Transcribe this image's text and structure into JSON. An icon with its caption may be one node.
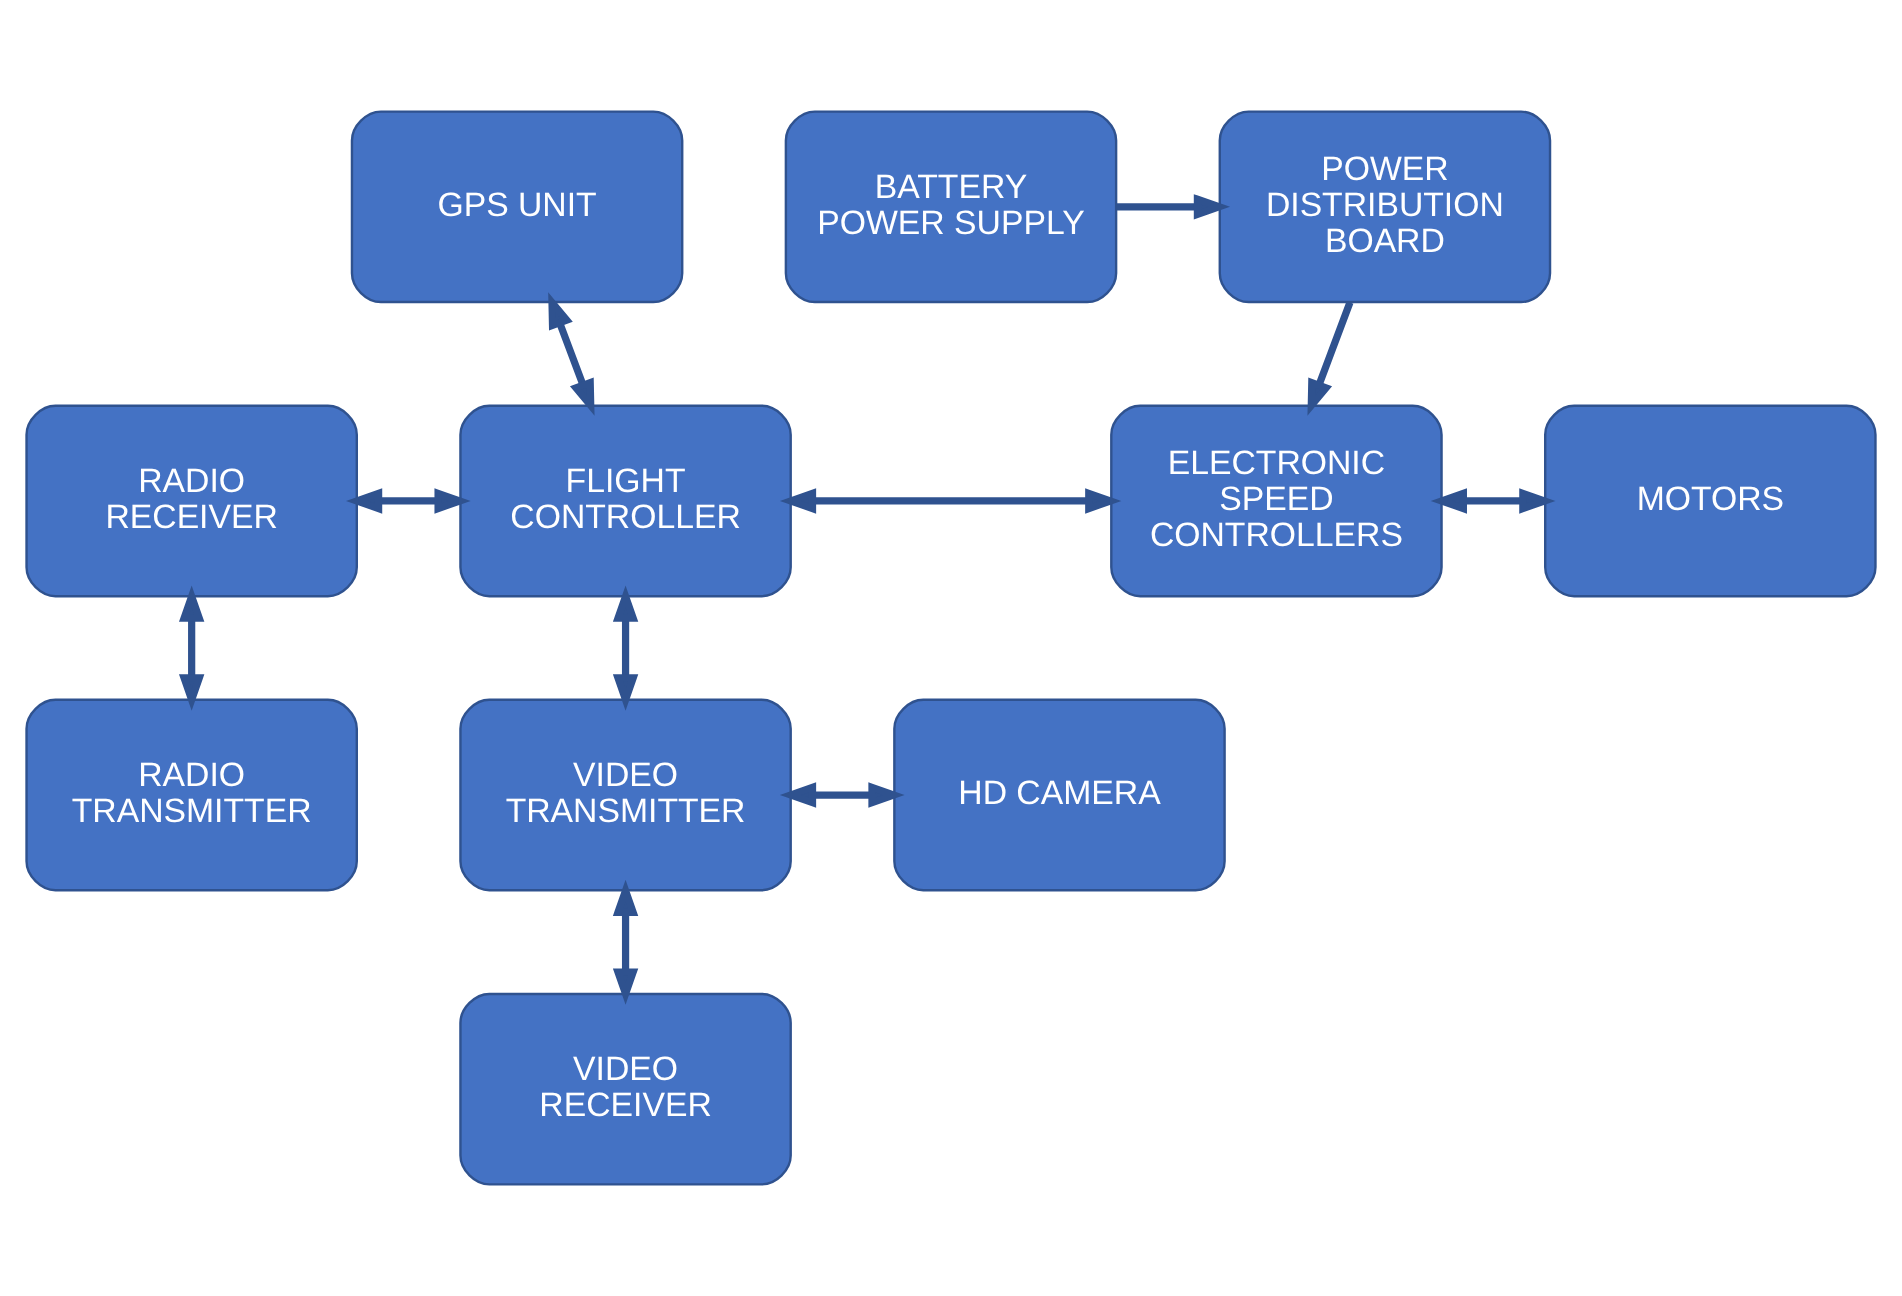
{
  "diagram": {
    "nodes": [
      {
        "text": [
          "GPS UNIT"
        ]
      },
      {
        "text": [
          "POWER DISTRIBUTION BOARD"
        ]
      },
      {
        "text": [
          "BATTERY POWER SUPPLY"
        ]
      },
      {
        "text": [
          "RADIO RECEIVER"
        ]
      },
      {
        "text": [
          "FLIGHT CONTROLLER"
        ]
      },
      {
        "text": [
          "ELECTRONIC SPEED CONTROLLERS"
        ]
      },
      {
        "text": [
          "MOTORS"
        ]
      },
      {
        "text": [
          "RADIO TRANSMITTER"
        ]
      },
      {
        "text": [
          "VIDEO TRANSMITTER"
        ]
      },
      {
        "text": [
          "HD CAMERA"
        ]
      },
      {
        "text": [
          "VIDEO RECEIVER"
        ]
      }
    ],
    "edges": [
      {
        "from": 0,
        "to": 4,
        "arrow": "both"
      },
      {
        "from": 2,
        "to": 1,
        "arrow": "to"
      },
      {
        "from": 1,
        "to": 5,
        "arrow": "to"
      },
      {
        "from": 3,
        "to": 4,
        "arrow": "both"
      },
      {
        "from": 4,
        "to": 5,
        "arrow": "both"
      },
      {
        "from": 5,
        "to": 6,
        "arrow": "both"
      },
      {
        "from": 3,
        "to": 7,
        "arrow": "both"
      },
      {
        "from": 4,
        "to": 8,
        "arrow": "both"
      },
      {
        "from": 8,
        "to": 9,
        "arrow": "both"
      },
      {
        "from": 8,
        "to": 10,
        "arrow": "both"
      }
    ]
  }
}
